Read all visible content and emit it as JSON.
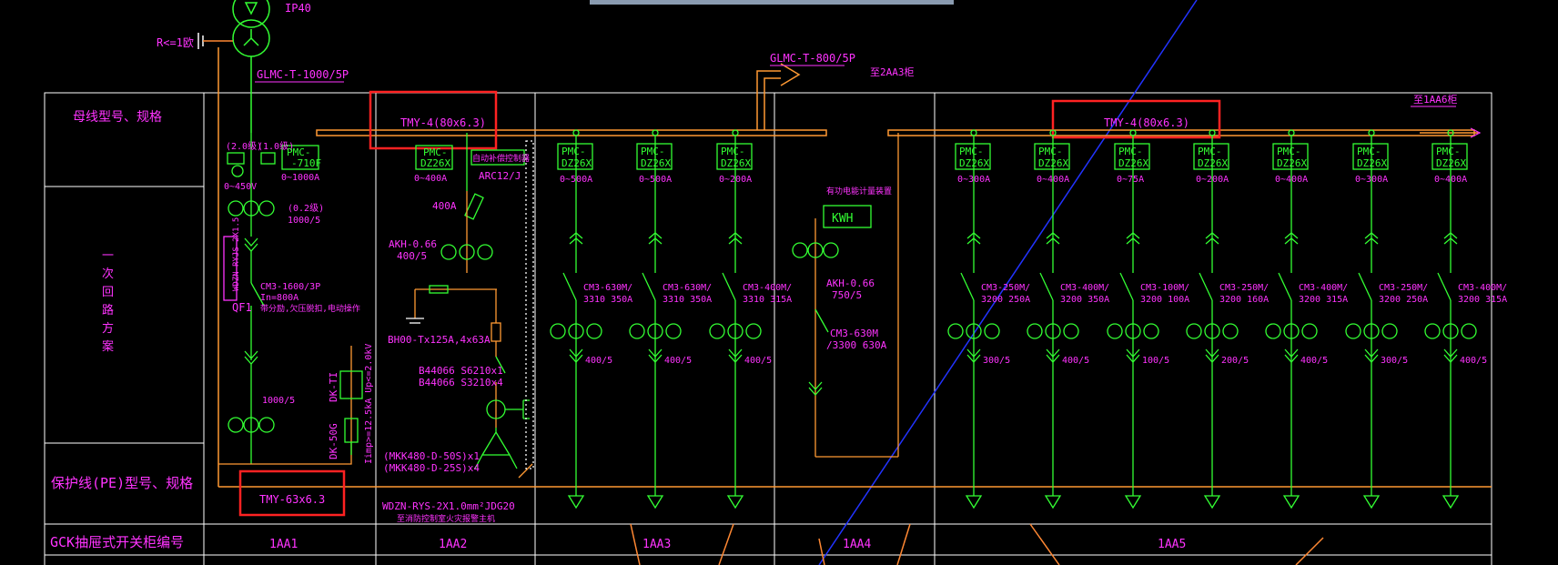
{
  "transformer": {
    "label": "IP40",
    "ground": "R<=1欧"
  },
  "incoming_cable": "GLMC-T-1000/5P",
  "outgoing_cable": {
    "label": "GLMC-T-800/5P",
    "dest": "至2AA3柜"
  },
  "row_labels": {
    "busbar": "母线型号、规格",
    "scheme": "一次回路方案",
    "pe": "保护线(PE)型号、规格",
    "panel_no": "GCK抽屉式开关柜编号"
  },
  "busbar_labels": {
    "left": "TMY-4(80x6.3)",
    "right": "TMY-4(80x6.3)",
    "to_next": "至1AA6柜"
  },
  "pe_label": "TMY-63x6.3",
  "panel1": {
    "meter_a": "(2.0级)",
    "meter_b": "(1.0级)",
    "pmc": "PMC-\n-710F",
    "pmc_range": "0~1000A",
    "volt_range": "0~450V",
    "ct_class": "(0.2级)",
    "ct_ratio": "1000/5",
    "cable": "WDZN-RYJS 2X1.5",
    "breaker": "CM3-1600/3P",
    "breaker_in": "In=800A",
    "breaker_note": "带分励,欠压脱扣,电动操作",
    "breaker_tag": "QF1",
    "ct2": "1000/5",
    "spd1": "DK-TI",
    "spd2": "DK-50G",
    "spd_note": "Iimp>=12.5kA Up<=2.0kV"
  },
  "panel2": {
    "pmc": "PMC-\nDZ26X",
    "pmc_range": "0~400A",
    "arc_box": "自动补偿控制器",
    "arc": "ARC12/J",
    "fuse": "400A",
    "ct": "AKH-0.66\n400/5",
    "contactor": "BH00-Tx125A,4x63A",
    "cap1": "B44066 S6210x1",
    "cap2": "B44066 S3210x4",
    "cap3": "(MKK480-D-50S)x1",
    "cap4": "(MKK480-D-25S)x4",
    "cable": "WDZN-RYS-2X1.0mm²JDG20",
    "cable_note": "至消防控制室火灾报警主机"
  },
  "panel3": [
    {
      "pmc": "PMC-\nDZ26X",
      "range": "0~500A",
      "breaker": "CM3-630M/\n3310 350A",
      "ct": "400/5"
    },
    {
      "pmc": "PMC-\nDZ26X",
      "range": "0~500A",
      "breaker": "CM3-630M/\n3310 350A",
      "ct": "400/5"
    },
    {
      "pmc": "PMC-\nDZ26X",
      "range": "0~200A",
      "breaker": "CM3-400M/\n3310 315A",
      "ct": "400/5"
    }
  ],
  "panel4": {
    "meter_note": "有功电能计量装置",
    "kwh": "KWH",
    "ct": "AKH-0.66\n750/5",
    "breaker": "CM3-630M\n/3300 630A"
  },
  "panel5": [
    {
      "pmc": "PMC-\nDZ26X",
      "range": "0~300A",
      "breaker": "CM3-250M/\n3200 250A",
      "ct": "300/5"
    },
    {
      "pmc": "PMC-\nDZ26X",
      "range": "0~400A",
      "breaker": "CM3-400M/\n3200 350A",
      "ct": "400/5"
    },
    {
      "pmc": "PMC-\nDZ26X",
      "range": "0~75A",
      "breaker": "CM3-100M/\n3200 100A",
      "ct": "100/5"
    },
    {
      "pmc": "PMC-\nDZ26X",
      "range": "0~200A",
      "breaker": "CM3-250M/\n3200 160A",
      "ct": "200/5"
    },
    {
      "pmc": "PMC-\nDZ26X",
      "range": "0~400A",
      "breaker": "CM3-400M/\n3200 315A",
      "ct": "400/5"
    },
    {
      "pmc": "PMC-\nDZ26X",
      "range": "0~300A",
      "breaker": "CM3-250M/\n3200 250A",
      "ct": "300/5"
    },
    {
      "pmc": "PMC-\nDZ26X",
      "range": "0~400A",
      "breaker": "CM3-400M/\n3200 315A",
      "ct": "400/5"
    }
  ],
  "panel_numbers": [
    "1AA1",
    "1AA2",
    "1AA3",
    "1AA4",
    "1AA5"
  ],
  "colors": {
    "frame": "#ffffff",
    "bus": "#ff9933",
    "circuit": "#33ff33",
    "text": "#ff33ff",
    "highlight": "#ff2222",
    "crossline": "#2233ff"
  }
}
